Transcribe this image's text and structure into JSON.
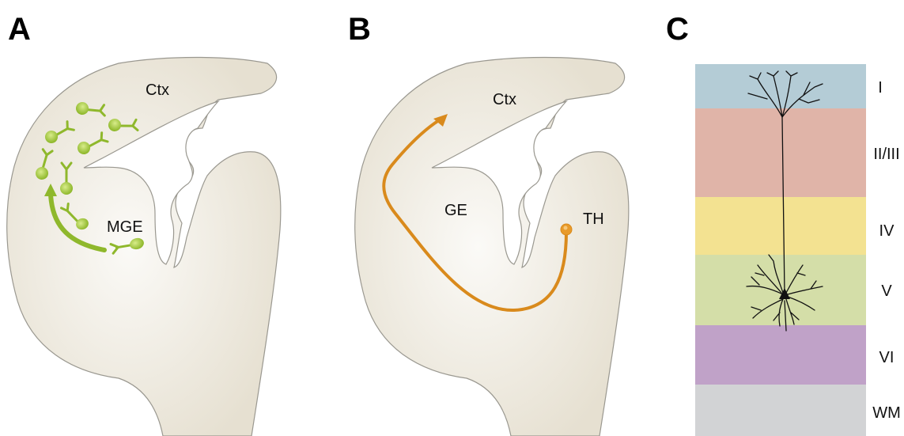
{
  "panels": {
    "a": {
      "letter": "A",
      "labels": {
        "ctx": "Ctx",
        "mge": "MGE"
      }
    },
    "b": {
      "letter": "B",
      "labels": {
        "ctx": "Ctx",
        "ge": "GE",
        "th": "TH"
      }
    },
    "c": {
      "letter": "C",
      "layers": [
        {
          "label": "I",
          "color": "#b4ccd6"
        },
        {
          "label": "II/III",
          "color": "#e0b4a8"
        },
        {
          "label": "IV",
          "color": "#f3e291"
        },
        {
          "label": "V",
          "color": "#d4dea8"
        },
        {
          "label": "VI",
          "color": "#c0a2c8"
        },
        {
          "label": "WM",
          "color": "#d2d3d5"
        }
      ]
    }
  },
  "colors": {
    "tissue_fill": "#ebe6da",
    "tissue_outline": "#9a9890",
    "interneuron": "#8fb82c",
    "axon": "#d98a1c",
    "neuron": "#111111"
  }
}
